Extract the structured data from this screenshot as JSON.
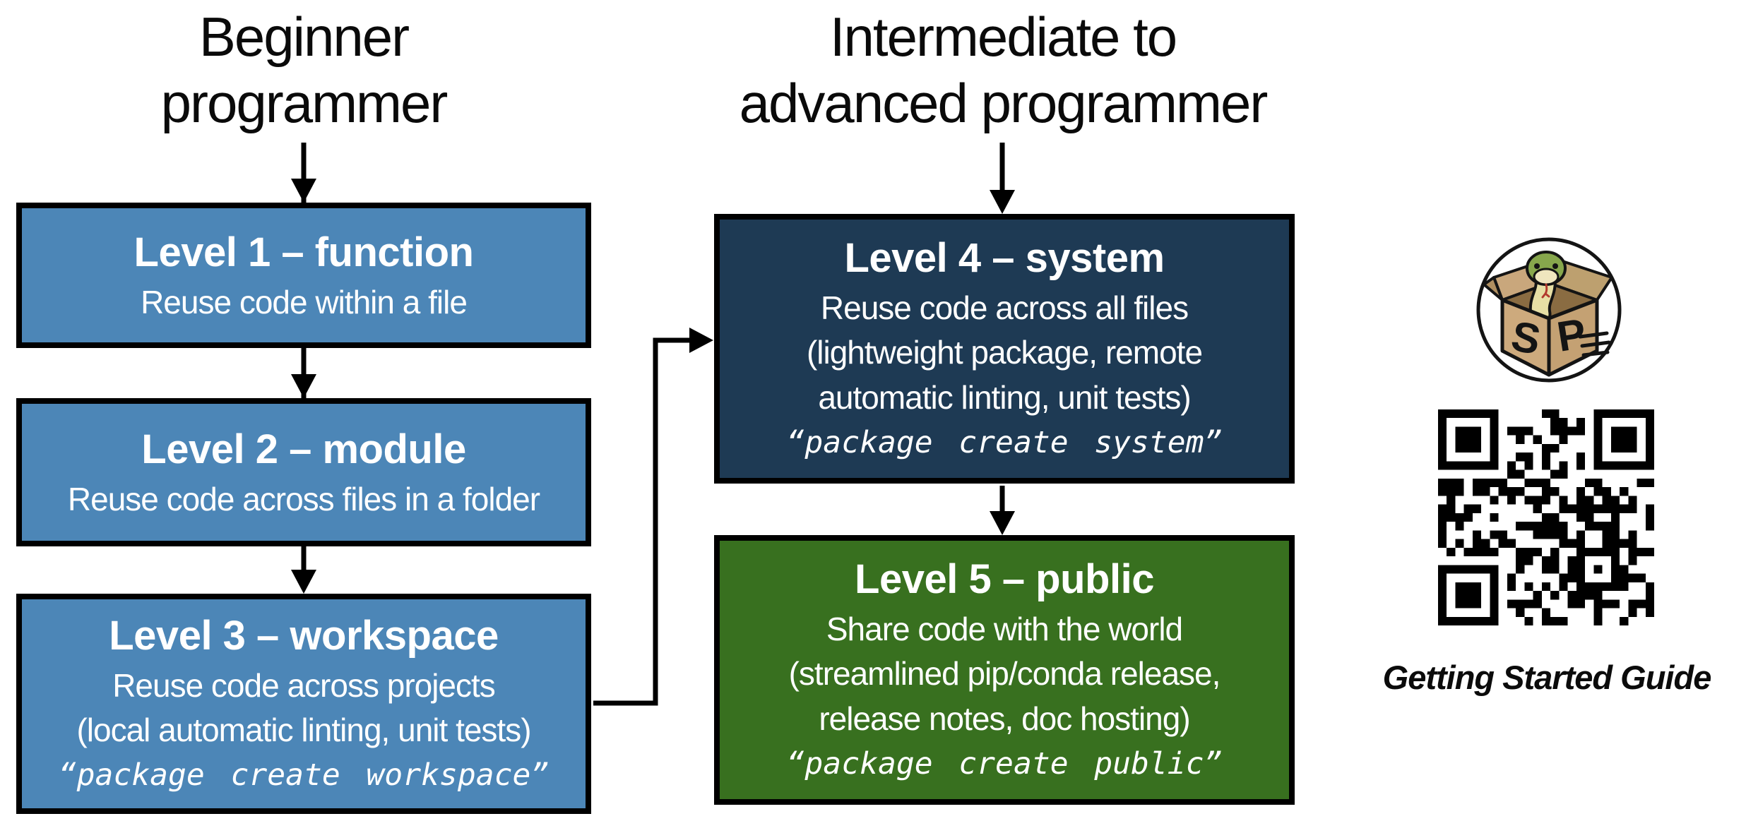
{
  "headings": {
    "left": {
      "line1": "Beginner",
      "line2": "programmer"
    },
    "right": {
      "line1": "Intermediate to",
      "line2": "advanced programmer"
    }
  },
  "levels": [
    {
      "title": "Level 1 – function",
      "desc1": "Reuse code within a file"
    },
    {
      "title": "Level 2 – module",
      "desc1": "Reuse code across files in a folder"
    },
    {
      "title": "Level 3 – workspace",
      "desc1": "Reuse code across projects",
      "desc2": "(local automatic linting, unit tests)",
      "command": "“package create workspace”"
    },
    {
      "title": "Level 4 – system",
      "desc1": "Reuse code across all files",
      "desc2": "(lightweight package, remote",
      "desc3": "automatic linting, unit tests)",
      "command": "“package create system”"
    },
    {
      "title": "Level 5 – public",
      "desc1": "Share code with the world",
      "desc2": "(streamlined pip/conda release,",
      "desc3": "release notes, doc hosting)",
      "command": "“package create public”"
    }
  ],
  "sidebar": {
    "logo_letter_s": "S",
    "logo_letter_p": "P",
    "caption": "Getting Started Guide"
  },
  "icons": {
    "logo": "snake-in-package-box-logo",
    "qr": "qr-code"
  },
  "qr": {
    "modules": 25
  },
  "colors": {
    "beginner_box": "#4C86B7",
    "system_box": "#1E3A54",
    "public_box": "#38701F",
    "box_border": "#000000",
    "box_text": "#FFFFFF",
    "heading_text": "#0A0A0A"
  }
}
